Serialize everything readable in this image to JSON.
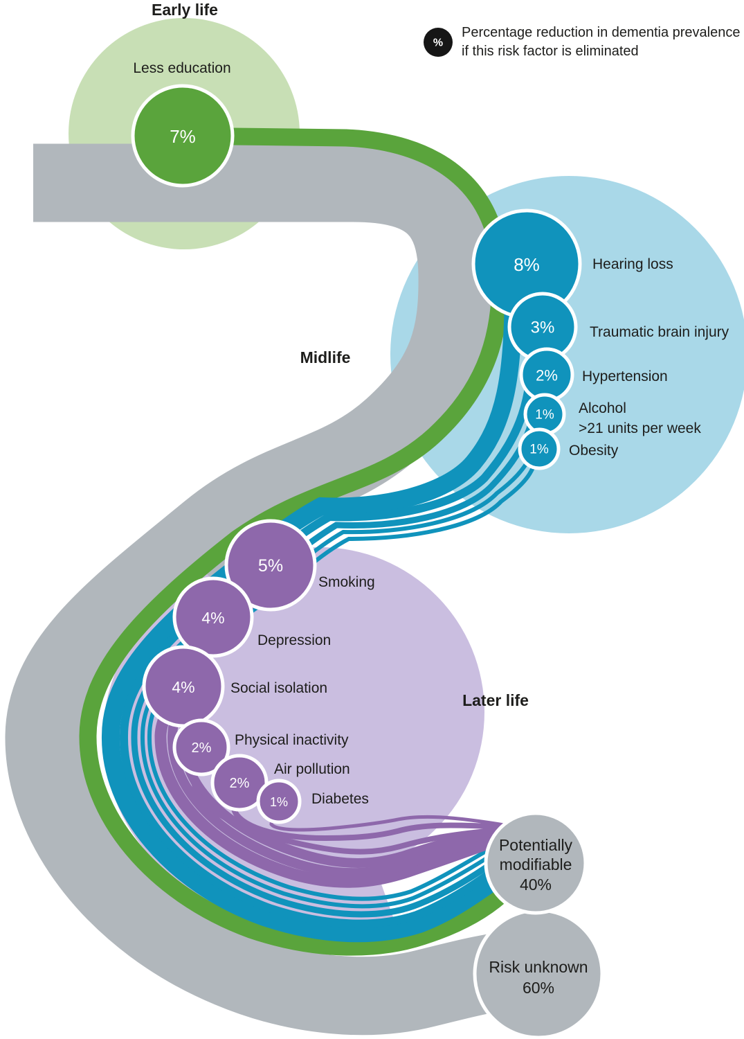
{
  "legend": {
    "symbol": "%",
    "line1": "Percentage reduction in dementia prevalence",
    "line2": "if this risk factor is eliminated"
  },
  "colors": {
    "gray": "#b1b7bc",
    "green": "#5aa43c",
    "light_green": "#c8dfb5",
    "blue": "#1093bc",
    "light_blue": "#a9d8e8",
    "purple": "#8e68ab",
    "light_purple": "#cabee0",
    "legend_black": "#161616",
    "text": "#1d1d1b"
  },
  "chart_data": {
    "type": "sankey",
    "legend_note": "Percentage reduction in dementia prevalence if this risk factor is eliminated",
    "stages": [
      {
        "name": "Early life",
        "factors": [
          {
            "label": "Less education",
            "pct": 7,
            "pct_label": "7%"
          }
        ]
      },
      {
        "name": "Midlife",
        "factors": [
          {
            "label": "Hearing loss",
            "pct": 8,
            "pct_label": "8%"
          },
          {
            "label": "Traumatic brain injury",
            "pct": 3,
            "pct_label": "3%"
          },
          {
            "label": "Hypertension",
            "pct": 2,
            "pct_label": "2%"
          },
          {
            "label": "Alcohol",
            "sublabel": ">21 units per week",
            "pct": 1,
            "pct_label": "1%"
          },
          {
            "label": "Obesity",
            "pct": 1,
            "pct_label": "1%"
          }
        ]
      },
      {
        "name": "Later life",
        "factors": [
          {
            "label": "Smoking",
            "pct": 5,
            "pct_label": "5%"
          },
          {
            "label": "Depression",
            "pct": 4,
            "pct_label": "4%"
          },
          {
            "label": "Social isolation",
            "pct": 4,
            "pct_label": "4%"
          },
          {
            "label": "Physical inactivity",
            "pct": 2,
            "pct_label": "2%"
          },
          {
            "label": "Air pollution",
            "pct": 2,
            "pct_label": "2%"
          },
          {
            "label": "Diabetes",
            "pct": 1,
            "pct_label": "1%"
          }
        ]
      }
    ],
    "outcomes": [
      {
        "label": "Potentially modifiable",
        "line1": "Potentially",
        "line2": "modifiable",
        "pct": 40,
        "pct_label": "40%"
      },
      {
        "label": "Risk unknown",
        "line1": "Risk unknown",
        "pct": 60,
        "pct_label": "60%"
      }
    ]
  }
}
